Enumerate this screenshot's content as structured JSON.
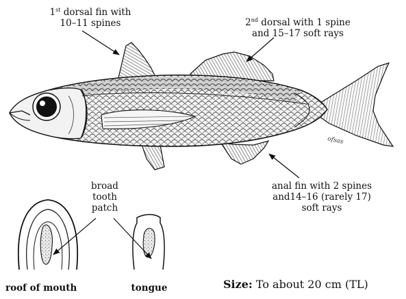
{
  "labels": {
    "first_dorsal": {
      "prefix": "1",
      "sup": "st",
      "rest": " dorsal fin with",
      "line2": "10–11 spines"
    },
    "second_dorsal": {
      "prefix": "2",
      "sup": "nd",
      "rest": " dorsal with 1 spine",
      "line2": "and 15–17 soft rays"
    },
    "anal_fin": {
      "line1": "anal fin with 2 spines",
      "line2": "and14–16 (rarely 17)",
      "line3": "soft  rays"
    },
    "tooth_patch": {
      "line1": "broad",
      "line2": "tooth",
      "line3": "patch"
    },
    "roof_of_mouth": "roof of mouth",
    "tongue": "tongue",
    "size": {
      "label": "Size:",
      "value": " To about 20 cm (TL)"
    }
  },
  "colors": {
    "ink": "#111111",
    "background": "#ffffff",
    "patch_fill": "#d9d9d9"
  }
}
